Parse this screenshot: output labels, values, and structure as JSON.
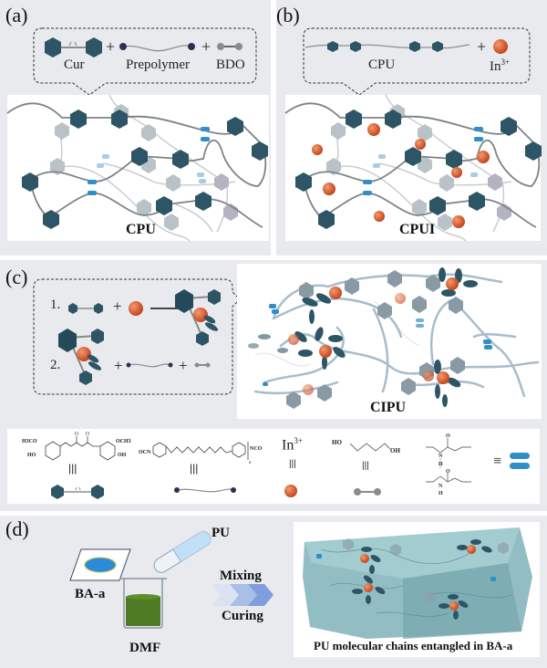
{
  "panels": {
    "a": {
      "label": "(a)",
      "legend": {
        "cur": "Cur",
        "prepolymer": "Prepolymer",
        "bdo": "BDO",
        "plus": "+"
      },
      "caption": "CPU"
    },
    "b": {
      "label": "(b)",
      "legend": {
        "cpu": "CPU",
        "ion": "In",
        "ion_charge": "3+",
        "plus": "+"
      },
      "caption": "CPUI"
    },
    "c": {
      "label": "(c)",
      "steps": [
        {
          "number": "1.",
          "plus": "+"
        },
        {
          "number": "2.",
          "plus": "+"
        }
      ],
      "caption": "CIPU"
    },
    "structures": {
      "curcumin": {
        "left_top": "H3CO",
        "left_bottom": "HO",
        "right_top": "OCH3",
        "right_bottom": "OH",
        "equiv": "|||"
      },
      "prepolymer": {
        "left": "OCN",
        "right": "NCO",
        "n": "n",
        "equiv": "|||"
      },
      "indium": {
        "symbol": "In",
        "charge": "3+",
        "equiv": "|||"
      },
      "bdo": {
        "left": "HO",
        "right": "OH",
        "equiv": "|||"
      },
      "hbond": {
        "equiv": "≡",
        "n": "N",
        "h": "H",
        "o": "O"
      }
    },
    "d": {
      "label": "(d)",
      "pu": "PU",
      "ba_a": "BA-a",
      "dmf": "DMF",
      "mixing": "Mixing",
      "curing": "Curing",
      "caption": "PU molecular chains entangled in BA-a"
    }
  },
  "colors": {
    "hexagon": "#2e5566",
    "hexagon_faded": "#b9c2c6",
    "ion": "#d5572c",
    "hbond": "#2f8fc8",
    "chain": "#8a8e92",
    "bg": "#e8eaee",
    "beaker_liquid": "#4d7a22",
    "matrix": "#86b6bc"
  }
}
